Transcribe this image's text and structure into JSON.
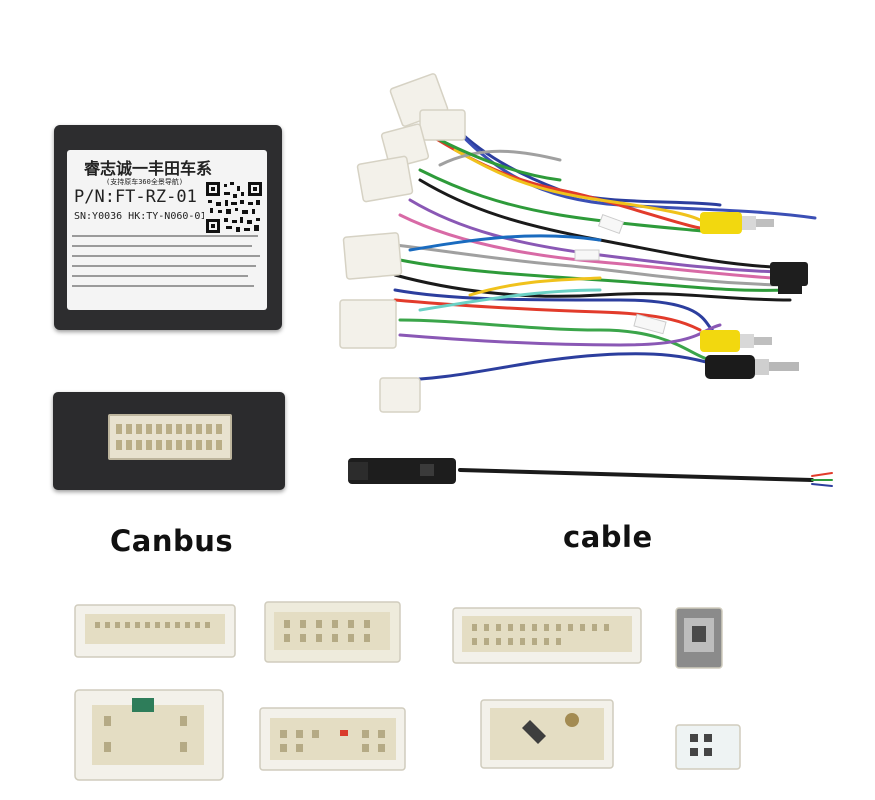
{
  "captions": {
    "left": "Canbus",
    "right": "cable"
  },
  "canbus_label": {
    "brand": "睿志诚一丰田车系",
    "subtitle": "(支持原车360全景导航)",
    "part_number": "P/N:FT-RZ-01",
    "serial": "SN:Y0036 HK:TY-N060-0103"
  },
  "colors": {
    "box": "#2d2d2f",
    "connector": "#f1efe6",
    "rca_yellow": "#f2d80f"
  }
}
